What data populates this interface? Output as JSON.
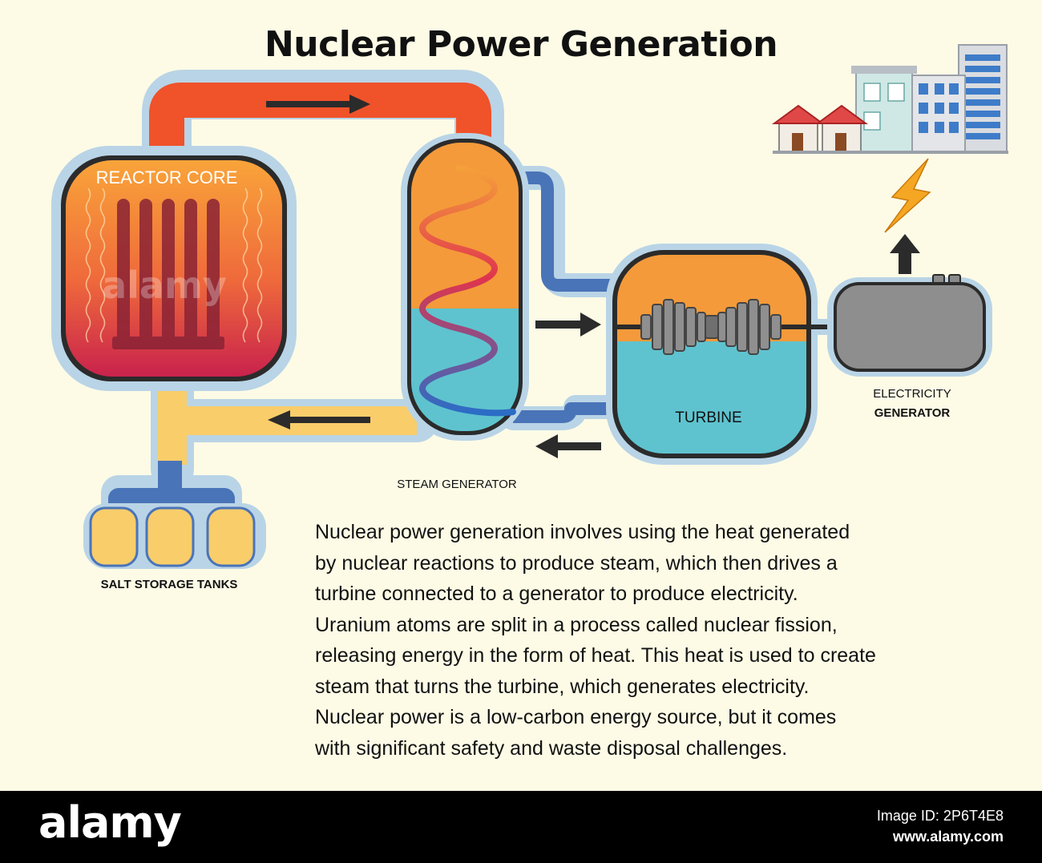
{
  "title": "Nuclear Power Generation",
  "labels": {
    "reactor_core": "REACTOR CORE",
    "steam_generator": "STEAM GENERATOR",
    "turbine": "TURBINE",
    "electricity_generator_line1": "ELECTRICITY",
    "electricity_generator_line2": "GENERATOR",
    "salt_storage_tanks": "SALT STORAGE TANKS"
  },
  "description_lines": [
    "Nuclear power generation involves using the heat generated",
    "by nuclear reactions to produce steam, which then drives a",
    "turbine connected to a generator to produce electricity.",
    "Uranium atoms are split in a process called nuclear fission,",
    "releasing energy in the form of heat. This heat is used to create",
    "steam that turns the turbine, which generates electricity.",
    "Nuclear power is a low-carbon energy source, but it comes",
    "with significant safety and waste disposal challenges."
  ],
  "watermark": "alamy",
  "footer": {
    "brand": "alamy",
    "image_id": "Image ID: 2P6T4E8",
    "site": "www.alamy.com"
  },
  "colors": {
    "background": "#fdfbe6",
    "hot_pipe": "#f0522a",
    "cold_pipe": "#4a74b8",
    "salt_pipe": "#f9cd6a",
    "steam": "#f49a3a",
    "water": "#5ec3cf",
    "outline": "#b9d4e6"
  }
}
